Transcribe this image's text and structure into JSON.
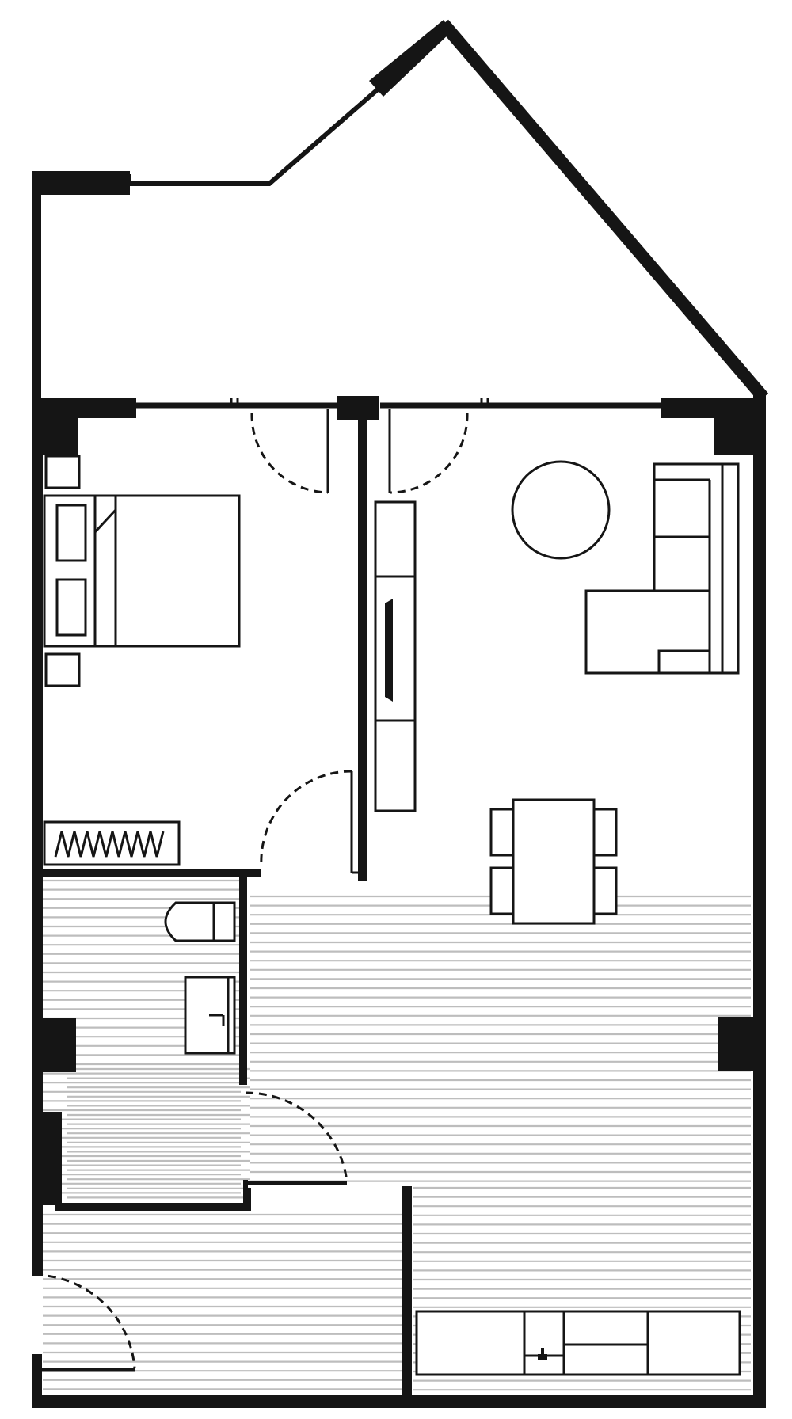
{
  "drawing": {
    "type": "floor-plan",
    "rooms": [
      "balcony",
      "bedroom",
      "living-dining",
      "bathroom",
      "hall",
      "kitchen"
    ],
    "colors": {
      "wall": "#151515",
      "hatch": "#bdbdbd",
      "background": "#ffffff"
    }
  }
}
